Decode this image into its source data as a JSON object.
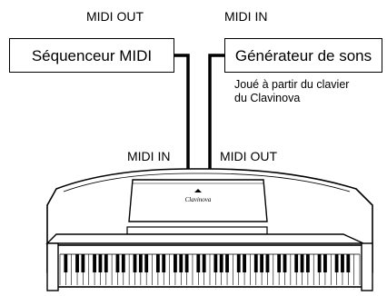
{
  "sequencer": {
    "label": "Séquenceur MIDI",
    "port_out": "MIDI OUT"
  },
  "generator": {
    "label": "Générateur de sons",
    "port_in": "MIDI IN",
    "note_line1": "Joué à partir du clavier",
    "note_line2": "du Clavinova"
  },
  "clavinova": {
    "port_in": "MIDI IN",
    "port_out": "MIDI OUT",
    "logo_text": "Clavinova"
  }
}
